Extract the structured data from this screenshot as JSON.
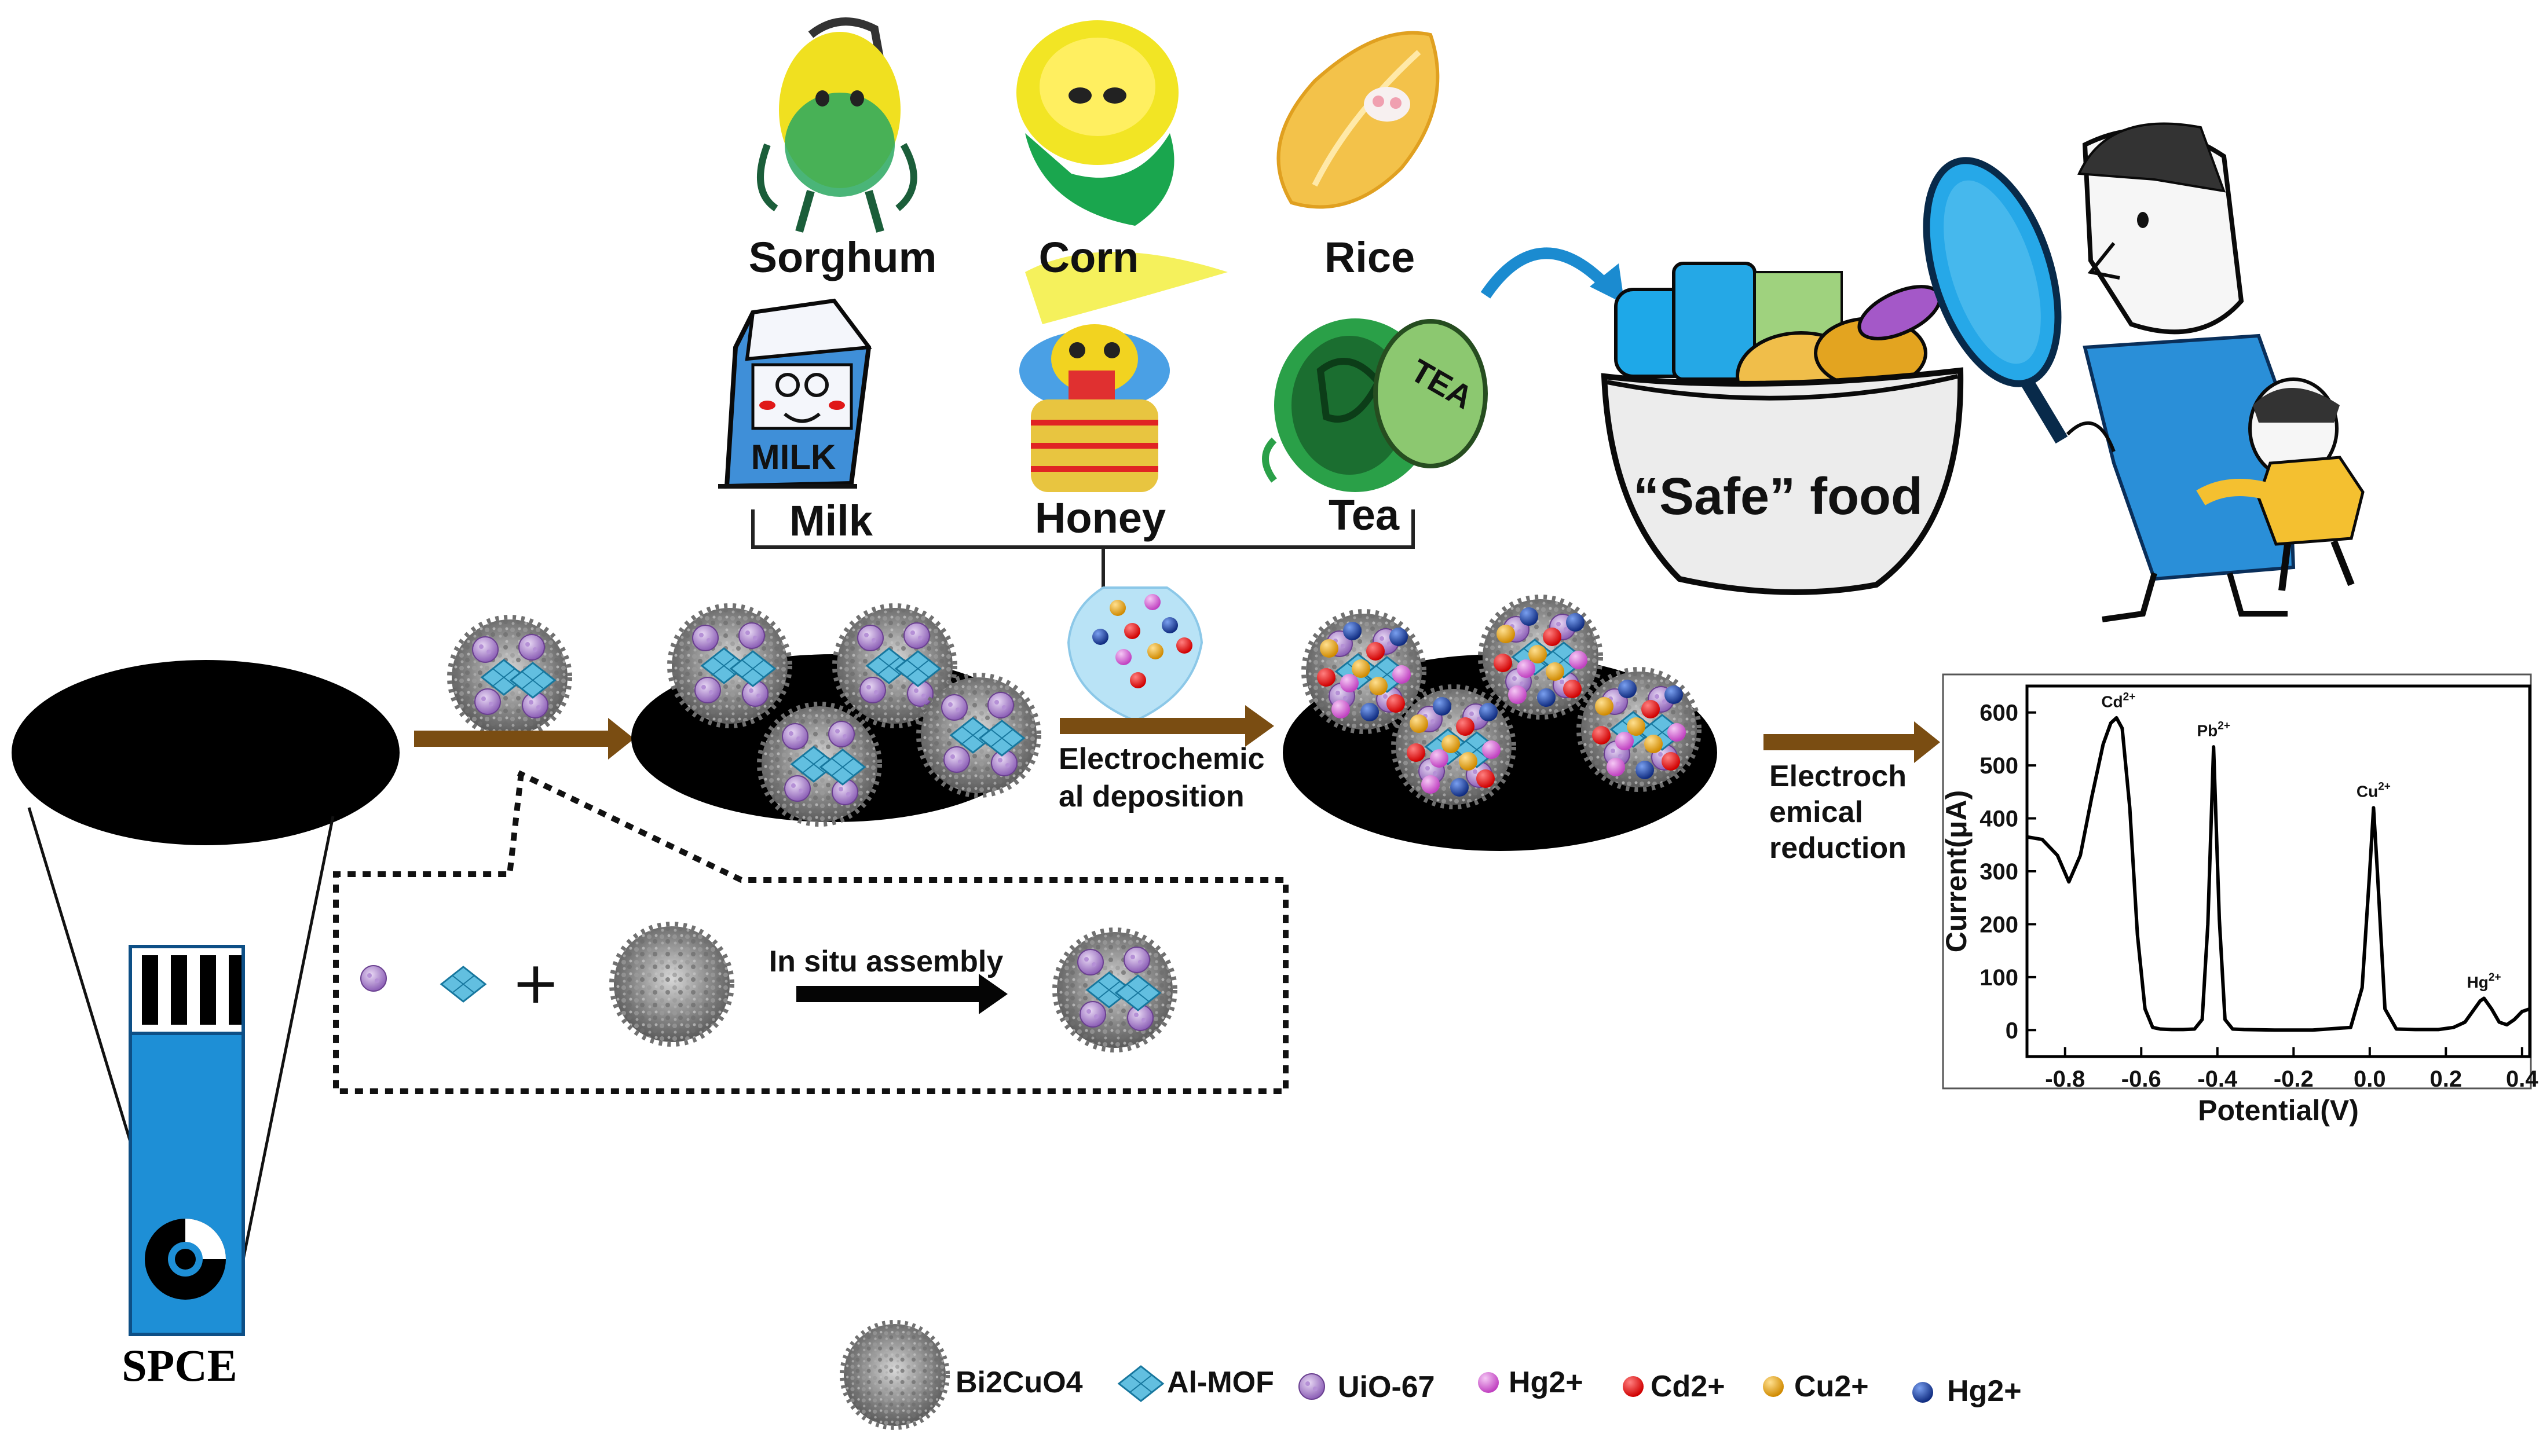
{
  "foods": {
    "sorghum": "Sorghum",
    "corn": "Corn",
    "rice": "Rice",
    "milk": "Milk",
    "honey": "Honey",
    "tea": "Tea",
    "milk_carton_text": "MILK",
    "tea_can_text": "TEA"
  },
  "bowl_label": "“Safe” food",
  "spce_label": "SPCE",
  "steps": {
    "deposition_line1": "Electrochemic",
    "deposition_line2": "al deposition",
    "reduction_line1": "Electroch",
    "reduction_line2": "emical",
    "reduction_line3": "reduction",
    "assembly": "In situ assembly",
    "plus": "+"
  },
  "legend": {
    "bi2cuo4": "Bi2CuO4",
    "al_mof": "Al-MOF",
    "uio67": "UiO-67",
    "hg2_a": "Hg2+",
    "cd2": "Cd2+",
    "cu2": "Cu2+",
    "hg2_b": "Hg2+"
  },
  "colors": {
    "brown_arrow": "#7a4d12",
    "electrode_blue": "#1e8fd6",
    "hg_pink": "#d35fd3",
    "cd_red": "#e01010",
    "cu_orange": "#e0a020",
    "hg_blue": "#1a3f9c",
    "uio_purple": "#9a6cc0",
    "mof_cyan": "#5ab8dc"
  },
  "chart_data": {
    "type": "line",
    "xlabel": "Potential(V)",
    "ylabel": "Current(μA)",
    "xlim": [
      -0.9,
      0.42
    ],
    "ylim": [
      -50,
      650
    ],
    "xticks": [
      -0.8,
      -0.6,
      -0.4,
      -0.2,
      0.0,
      0.2,
      0.4
    ],
    "xtick_labels": [
      "-0.8",
      "-0.6",
      "-0.4",
      "-0.2",
      "0.0",
      "0.2",
      "0.4"
    ],
    "yticks": [
      0,
      100,
      200,
      300,
      400,
      500,
      600
    ],
    "ytick_labels": [
      "0",
      "100",
      "200",
      "300",
      "400",
      "500",
      "600"
    ],
    "x": [
      -0.9,
      -0.86,
      -0.82,
      -0.79,
      -0.76,
      -0.73,
      -0.7,
      -0.68,
      -0.665,
      -0.65,
      -0.63,
      -0.61,
      -0.59,
      -0.57,
      -0.55,
      -0.52,
      -0.49,
      -0.46,
      -0.44,
      -0.425,
      -0.41,
      -0.395,
      -0.38,
      -0.36,
      -0.33,
      -0.25,
      -0.15,
      -0.05,
      -0.02,
      0.0,
      0.01,
      0.02,
      0.04,
      0.07,
      0.12,
      0.18,
      0.22,
      0.25,
      0.27,
      0.29,
      0.3,
      0.32,
      0.34,
      0.36,
      0.38,
      0.4,
      0.42
    ],
    "y": [
      365,
      360,
      330,
      280,
      330,
      440,
      540,
      580,
      590,
      570,
      420,
      180,
      40,
      5,
      2,
      1,
      1,
      2,
      20,
      200,
      535,
      210,
      20,
      2,
      1,
      0,
      0,
      5,
      80,
      300,
      420,
      300,
      40,
      2,
      1,
      1,
      5,
      15,
      35,
      55,
      60,
      40,
      15,
      10,
      20,
      35,
      40
    ],
    "annotations": [
      {
        "label": "Cd",
        "sup": "2+",
        "x": -0.66,
        "y": 595
      },
      {
        "label": "Pb",
        "sup": "2+",
        "x": -0.41,
        "y": 540
      },
      {
        "label": "Cu",
        "sup": "2+",
        "x": 0.01,
        "y": 425
      },
      {
        "label": "Hg",
        "sup": "2+",
        "x": 0.3,
        "y": 65
      }
    ]
  }
}
